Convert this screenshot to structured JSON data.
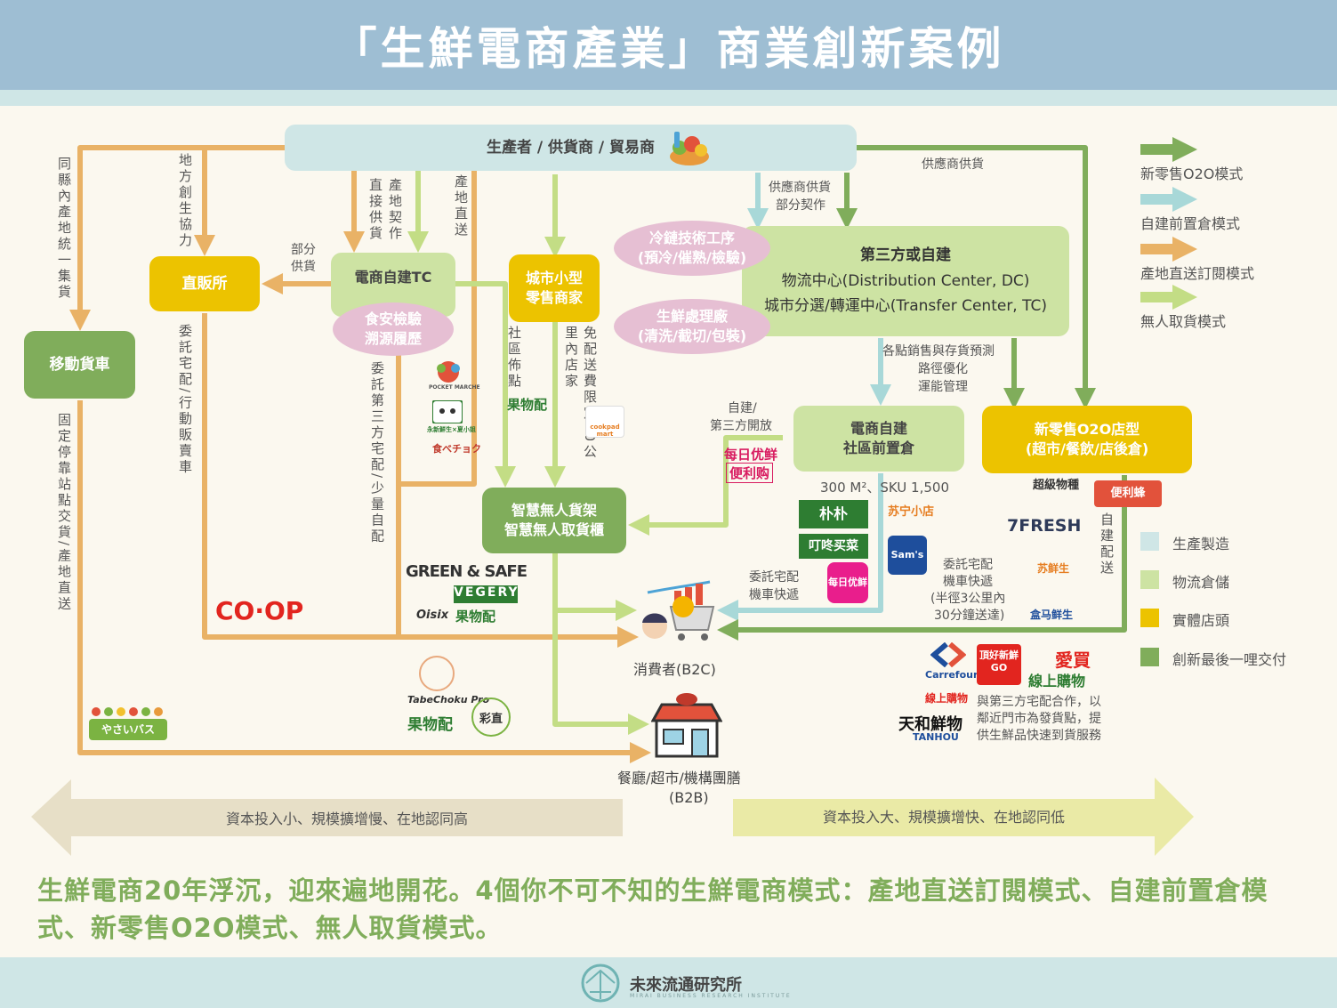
{
  "title": "「生鮮電商產業」商業創新案例",
  "boxes": {
    "producer": "生產者 / 供貨商 / 貿易商",
    "direct_store": "直販所",
    "ec_tc": "電商自建TC",
    "city_store_line1": "城市小型",
    "city_store_line2": "零售商家",
    "mobile_truck": "移動貨車",
    "dc_line1": "第三方或自建",
    "dc_line2": "物流中心(Distribution Center, DC)",
    "dc_line3": "城市分選/轉運中心(Transfer Center, TC)",
    "ec_warehouse_line1": "電商自建",
    "ec_warehouse_line2": "社區前置倉",
    "o2o_line1": "新零售O2O店型",
    "o2o_line2": "(超市/餐飲/店後倉)",
    "shelf_line1": "智慧無人貨架",
    "shelf_line2": "智慧無人取貨櫃"
  },
  "ovals": {
    "cold_chain_line1": "冷鏈技術工序",
    "cold_chain_line2": "(預冷/催熟/檢驗)",
    "fresh_line1": "生鮮處理廠",
    "fresh_line2": "(清洗/截切/包裝)",
    "safety_line1": "食安檢驗",
    "safety_line2": "溯源履歷"
  },
  "vertical_labels": {
    "same_county": "同縣內產地統一集貨",
    "local_coop": "地方創生協力",
    "direct_supply": "直接供貨",
    "contract": "產地契作",
    "origin_direct": "產地直送",
    "fixed_stop": "固定停靠站點交貨/產地直送",
    "delegate_mobile": "委託宅配/行動販賣車",
    "delegate_third": "委託第三方宅配/少量自配",
    "community": "社區佈點",
    "free_delivery": "免配送費限定30公里內店家",
    "self_delivery": "自建配送"
  },
  "labels": {
    "partial_supply": "部分供貨",
    "supplier_supply_top": "供應商供貨",
    "supplier_partial_1": "供應商供貨",
    "supplier_partial_2": "部分契作",
    "forecast_1": "各點銷售與存貨預測",
    "forecast_2": "路徑優化",
    "forecast_3": "運能管理",
    "self_open_1": "自建/",
    "self_open_2": "第三方開放",
    "spec": "300 M²、SKU 1,500",
    "delegate_1": "委託宅配",
    "delegate_2": "機車快遞",
    "delegate_3a": "委託宅配",
    "delegate_3b": "機車快遞",
    "delegate_3c": "(半徑3公里內",
    "delegate_3d": "30分鐘送達)",
    "consumer": "消費者(B2C)",
    "b2b_1": "餐廳/超市/機構團膳",
    "b2b_2": "(B2B)",
    "partner_1": "與第三方宅配合作，以",
    "partner_2": "鄰近門市為發貨點，提",
    "partner_3": "供生鮮品快速到貨服務"
  },
  "legend": {
    "arrows": [
      {
        "label": "新零售O2O模式",
        "color": "#80ad5b"
      },
      {
        "label": "自建前置倉模式",
        "color": "#a8d8d8"
      },
      {
        "label": "產地直送訂閱模式",
        "color": "#e9b266"
      },
      {
        "label": "無人取貨模式",
        "color": "#c3dd85"
      }
    ],
    "squares": [
      {
        "label": "生產製造",
        "color": "#cfe6e6"
      },
      {
        "label": "物流倉儲",
        "color": "#cde3a3"
      },
      {
        "label": "實體店頭",
        "color": "#ecc300"
      },
      {
        "label": "創新最後一哩交付",
        "color": "#80ad5b"
      }
    ]
  },
  "banners": {
    "left": "資本投入小、規模擴增慢、在地認同高",
    "right": "資本投入大、規模擴增快、在地認同低"
  },
  "logos": {
    "coop": "CO·OP",
    "pocket": "POCKET MARCHE",
    "eihi": "永新鮮生×夏小姐",
    "tabechoku": "食べチョク",
    "guowupei": "果物配",
    "cookpad": "cookpad mart",
    "green_safe": "GREEN & SAFE",
    "vegery": "VEGERY",
    "oisix": "Oisix",
    "tabe_pro": "TabeChoku Pro",
    "saichoku": "彩直",
    "yasai_bus": "やさいバス",
    "daily_fresh": "每日优鲜",
    "convenience": "便利购",
    "pupu": "朴朴",
    "dingdong": "叮咚买菜",
    "missfresh": "每日优鲜",
    "suning": "苏宁小店",
    "sams": "Sam's",
    "chaoji": "超級物種",
    "bianlifeng": "便利蜂",
    "7fresh": "7FRESH",
    "sufresh": "苏鲜生",
    "hema": "盒马鲜生",
    "carrefour": "Carrefour",
    "carrefour_sub": "線上購物",
    "dinghao": "頂好新鮮GO",
    "aimai": "愛買",
    "aimai_sub": "線上購物",
    "tianhe": "天和鮮物",
    "tanhou": "TANHOU"
  },
  "bottom_text": "生鮮電商20年浮沉，迎來遍地開花。4個你不可不知的生鮮電商模式：產地直送訂閱模式、自建前置倉模式、新零售O2O模式、無人取貨模式。",
  "footer": {
    "brand": "未來流通研究所",
    "sub": "MIRAI BUSINESS RESEARCH INSTITUTE"
  }
}
